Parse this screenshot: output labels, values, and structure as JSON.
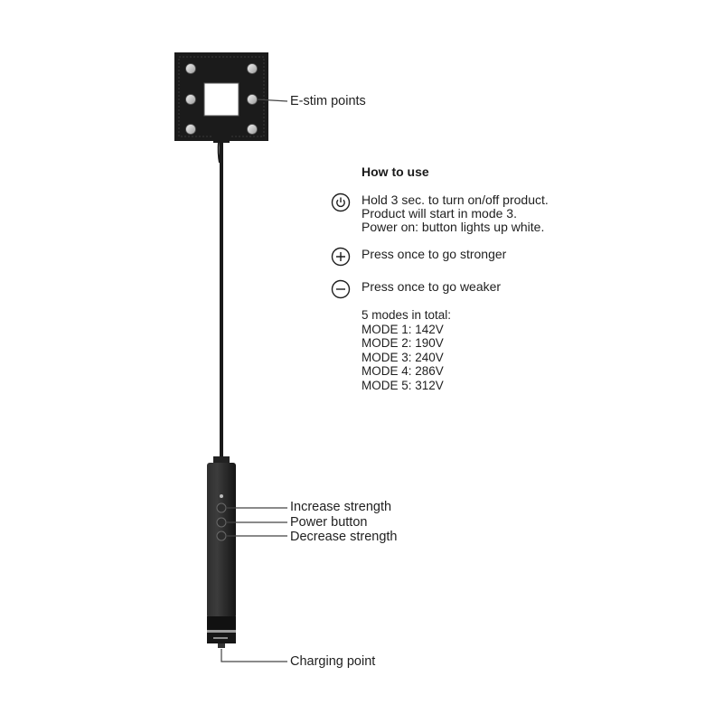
{
  "labels": {
    "estim": "E-stim points",
    "increase": "Increase strength",
    "power": "Power button",
    "decrease": "Decrease strength",
    "charging": "Charging point"
  },
  "how_to_use": {
    "title": "How to use",
    "power_lines": [
      "Hold 3 sec. to turn on/off product.",
      "Product will start in mode 3.",
      "Power on: button lights up white."
    ],
    "plus_line": "Press once to go stronger",
    "minus_line": "Press once to go weaker"
  },
  "modes": {
    "heading": "5 modes in total:",
    "items": [
      "MODE 1: 142V",
      "MODE 2: 190V",
      "MODE 3: 240V",
      "MODE 4: 286V",
      "MODE 5: 312V"
    ]
  },
  "icons": {
    "power": "power-icon",
    "plus": "plus-circle-icon",
    "minus": "minus-circle-icon"
  },
  "colors": {
    "device": "#1c1c1c",
    "stud": "#d9d9d9",
    "leader": "#444444"
  }
}
